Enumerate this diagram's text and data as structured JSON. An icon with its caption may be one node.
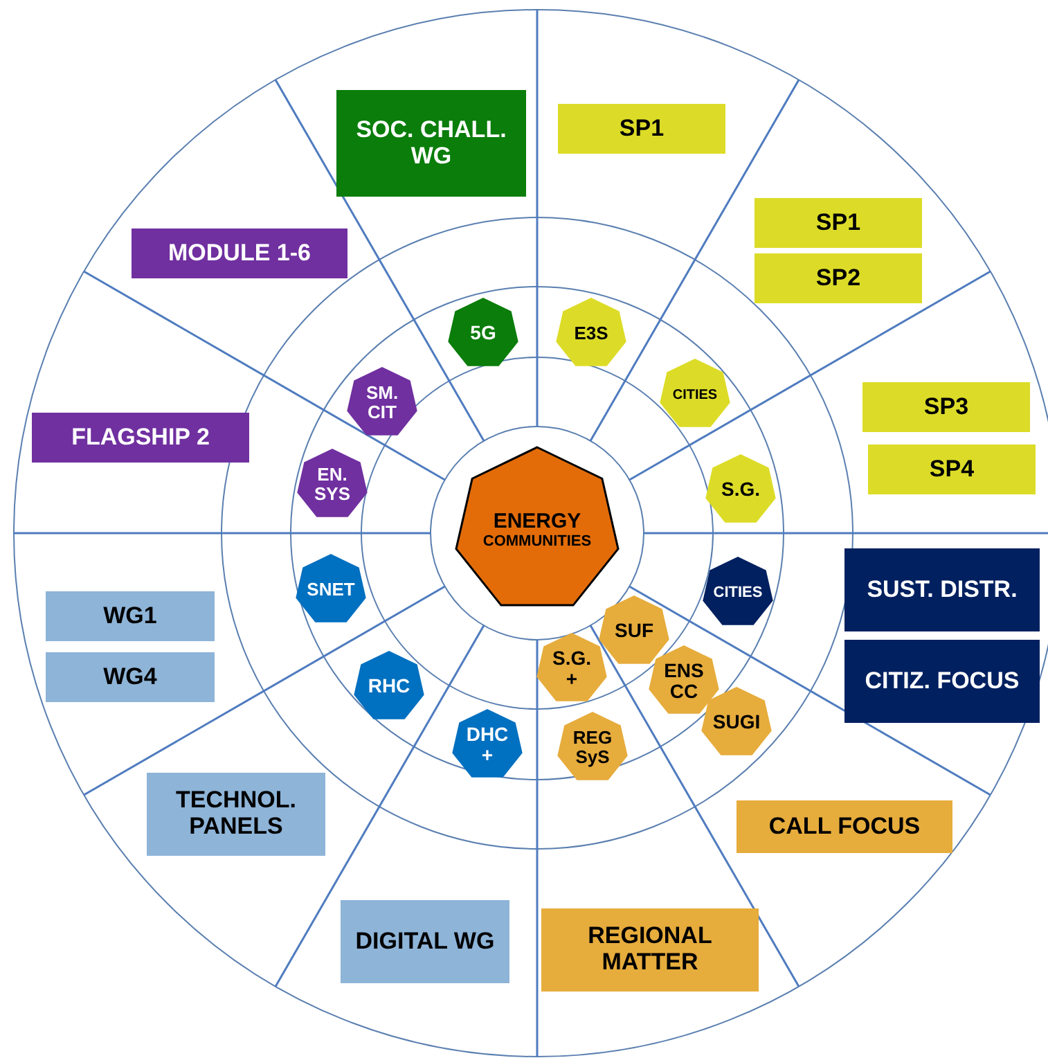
{
  "diagram": {
    "nodes": [
      {
        "text": [
          "SOC. CHALL. WG"
        ]
      },
      {
        "text": [
          "SP1"
        ]
      },
      {
        "text": [
          "MODULE 1-6"
        ]
      },
      {
        "text": [
          "SP1"
        ]
      },
      {
        "text": [
          "SP2"
        ]
      },
      {
        "text": [
          "5G"
        ]
      },
      {
        "text": [
          "E3S"
        ]
      },
      {
        "text": [
          "SM. CIT"
        ]
      },
      {
        "text": [
          "CITIES"
        ]
      },
      {
        "text": [
          "SP3"
        ]
      },
      {
        "text": [
          "FLAGSHIP 2"
        ]
      },
      {
        "text": [
          "SP4"
        ]
      },
      {
        "text": [
          "EN. SYS"
        ]
      },
      {
        "text": [
          "S.G."
        ]
      },
      {
        "text": [
          "ENERGY",
          "COMMUNITIES"
        ]
      },
      {
        "text": [
          "SUST. DISTR."
        ]
      },
      {
        "text": [
          "SNET"
        ]
      },
      {
        "text": [
          "CITIES"
        ]
      },
      {
        "text": [
          "WG1"
        ]
      },
      {
        "text": [
          "SUF"
        ]
      },
      {
        "text": [
          "CITIZ. FOCUS"
        ]
      },
      {
        "text": [
          "WG4"
        ]
      },
      {
        "text": [
          "S.G. +"
        ]
      },
      {
        "text": [
          "ENS CC"
        ]
      },
      {
        "text": [
          "RHC"
        ]
      },
      {
        "text": [
          "SUGI"
        ]
      },
      {
        "text": [
          "DHC +"
        ]
      },
      {
        "text": [
          "REG SyS"
        ]
      },
      {
        "text": [
          "CALL FOCUS"
        ]
      },
      {
        "text": [
          "TECHNOL. PANELS"
        ]
      },
      {
        "text": [
          "DIGITAL WG"
        ]
      },
      {
        "text": [
          "REGIONAL MATTER"
        ]
      }
    ]
  }
}
